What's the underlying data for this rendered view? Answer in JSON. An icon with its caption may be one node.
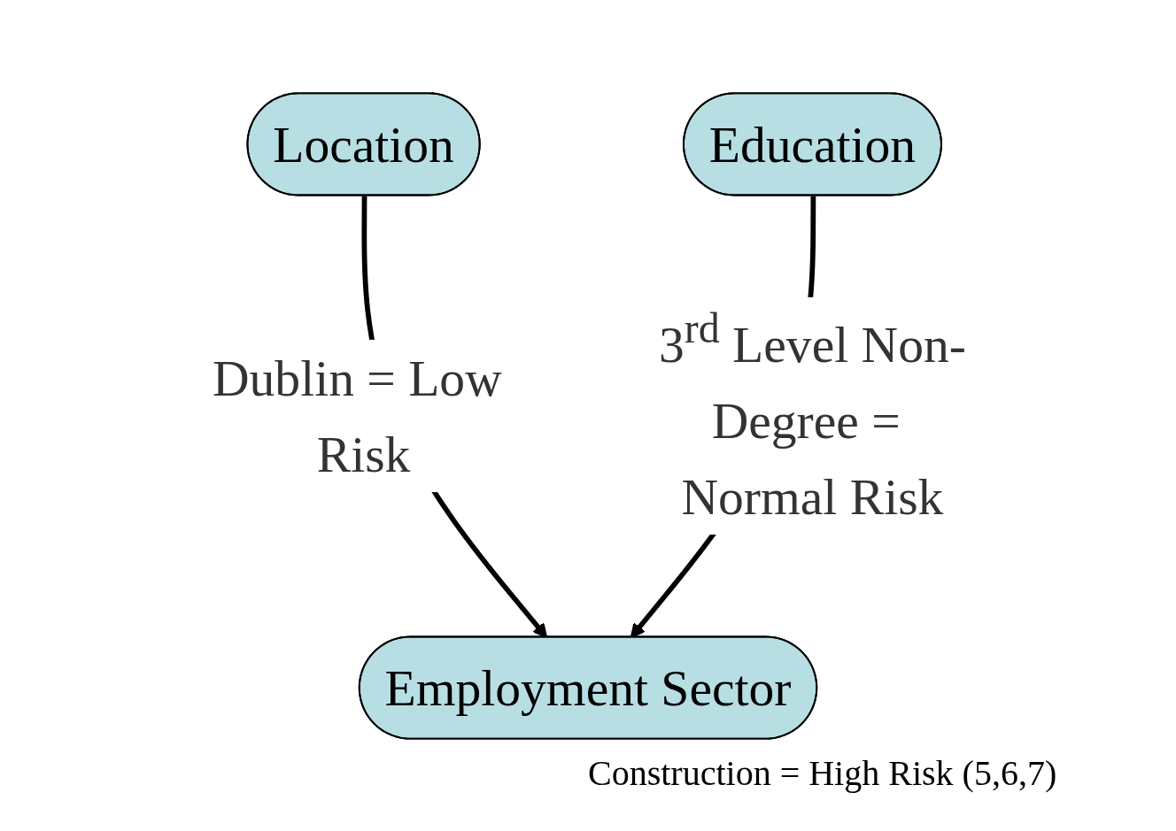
{
  "diagram": {
    "nodes": [
      {
        "text": [
          "Location"
        ]
      },
      {
        "text": [
          "Education"
        ]
      },
      {
        "text": [
          "Employment Sector"
        ],
        "beside": [
          "Construction = High Risk (5,6,7)"
        ]
      }
    ],
    "edges": [
      {
        "from": 0,
        "to": 2,
        "arrow": "to",
        "label": "Dublin = Low Risk"
      },
      {
        "from": 1,
        "to": 2,
        "arrow": "to",
        "label": "3$^{rd}$ Level Non-Degree = Normal Risk"
      }
    ]
  }
}
